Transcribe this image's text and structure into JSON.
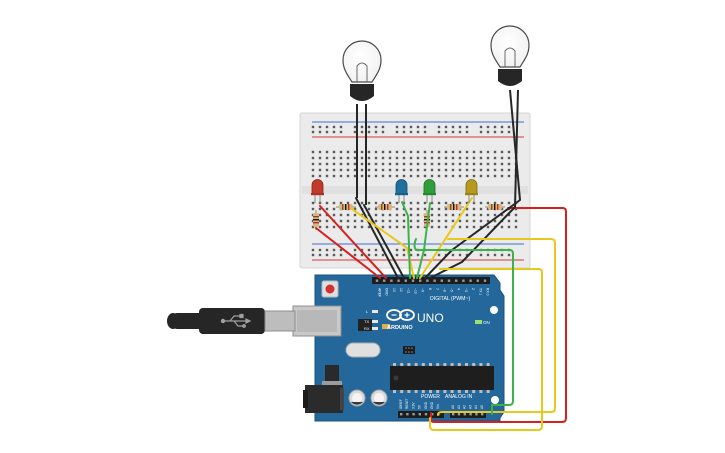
{
  "board": {
    "brand": "ARDUINO",
    "model": "UNO",
    "digital_label": "DIGITAL (PWM~)",
    "power_label": "POWER",
    "analog_label": "ANALOG IN",
    "on_label": "ON",
    "tx_label": "TX",
    "rx_label": "RX",
    "l_label": "L",
    "top_pins": [
      "AREF",
      "GND",
      "13",
      "12",
      "~11",
      "~10",
      "~9",
      "8",
      "7",
      "~6",
      "~5",
      "4",
      "~3",
      "2",
      "TX 1",
      "RX 0"
    ],
    "power_pins": [
      "IOREF",
      "RESET",
      "3.3V",
      "5V",
      "GND",
      "GND",
      "Vin"
    ],
    "analog_pins": [
      "A0",
      "A1",
      "A2",
      "A3",
      "A4",
      "A5"
    ]
  },
  "components": {
    "bulbs": [
      "bulb-left",
      "bulb-right"
    ],
    "leds": [
      {
        "name": "led-red",
        "color": "#c0392b"
      },
      {
        "name": "led-blue",
        "color": "#1f6f9f"
      },
      {
        "name": "led-green",
        "color": "#2e9e3a"
      },
      {
        "name": "led-yellow",
        "color": "#b59a1d"
      }
    ]
  },
  "colors": {
    "board": "#23679b",
    "board_dark": "#1b5a8a",
    "breadboard": "#ebebeb",
    "rail_red": "#d23b3b",
    "rail_blue": "#3b6fd2",
    "wire_red": "#d62020",
    "wire_black": "#262626",
    "wire_yellow": "#e8c81a",
    "wire_green": "#3bb34a"
  }
}
